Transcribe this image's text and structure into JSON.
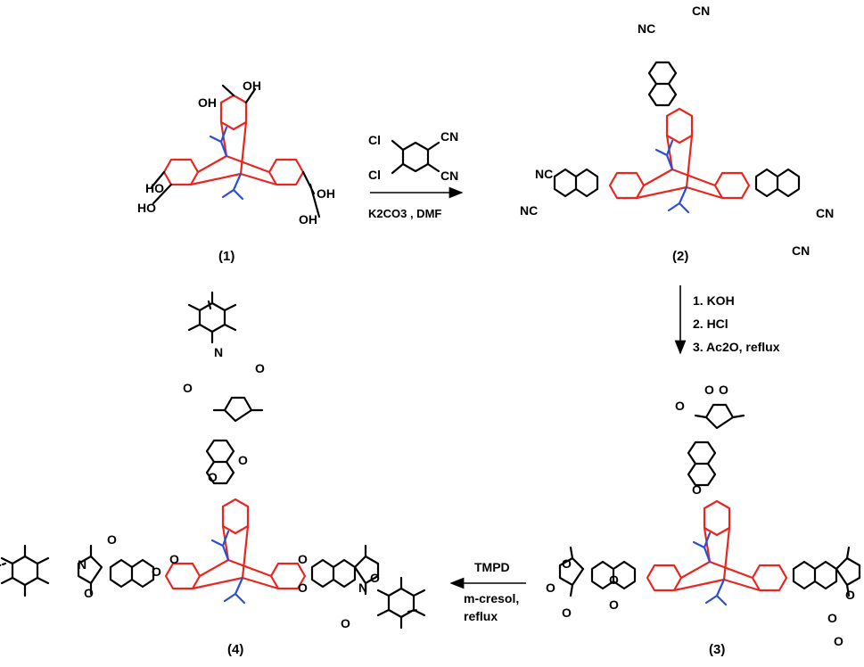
{
  "compounds": [
    {
      "id": "1",
      "label": "(1)",
      "substituents": [
        "OH",
        "OH",
        "HO",
        "HO",
        "OH",
        "OH"
      ]
    },
    {
      "id": "2",
      "label": "(2)",
      "substituents": [
        "CN",
        "NC",
        "NC",
        "NC",
        "CN",
        "CN"
      ]
    },
    {
      "id": "3",
      "label": "(3)",
      "substituents": [
        "O",
        "O",
        "O",
        "O",
        "O",
        "O",
        "O",
        "O",
        "O",
        "O",
        "O",
        "O"
      ]
    },
    {
      "id": "4",
      "label": "(4)",
      "substituents": [
        "N",
        "O",
        "O",
        "N",
        "O",
        "O",
        "N",
        "O",
        "O",
        "O",
        "O",
        "O",
        "O",
        "O",
        "O"
      ]
    }
  ],
  "reagent1": {
    "cl1": "Cl",
    "cl2": "Cl",
    "cn1": "CN",
    "cn2": "CN"
  },
  "step1_conditions": "K2CO3 , DMF",
  "step2_conditions": [
    "1. KOH",
    "2. HCl",
    "3. Ac2O, reflux"
  ],
  "step3_conditions": {
    "reagent": "TMPD",
    "solvent": "m-cresol,",
    "temp": "reflux"
  },
  "colors": {
    "core": "#e8261f",
    "isopropyl": "#2a4fd6",
    "bonds": "#000000"
  }
}
